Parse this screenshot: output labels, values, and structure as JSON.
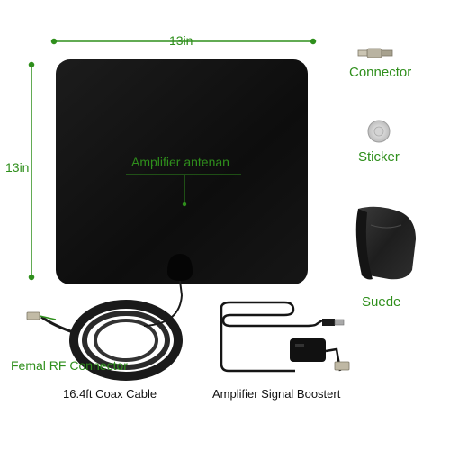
{
  "dimensions": {
    "width_label": "13in",
    "height_label": "13in"
  },
  "antenna": {
    "label": "Amplifier antenan"
  },
  "accessories": [
    {
      "key": "connector",
      "label": "Connector"
    },
    {
      "key": "sticker",
      "label": "Sticker"
    },
    {
      "key": "suede",
      "label": "Suede"
    }
  ],
  "cable": {
    "connector_label": "Femal RF Connector",
    "cable_label": "16.4ft Coax Cable"
  },
  "booster": {
    "label": "Amplifier Signal Boostert"
  },
  "colors": {
    "accent_green": "#2f8f1c",
    "antenna_black": "#111111"
  }
}
